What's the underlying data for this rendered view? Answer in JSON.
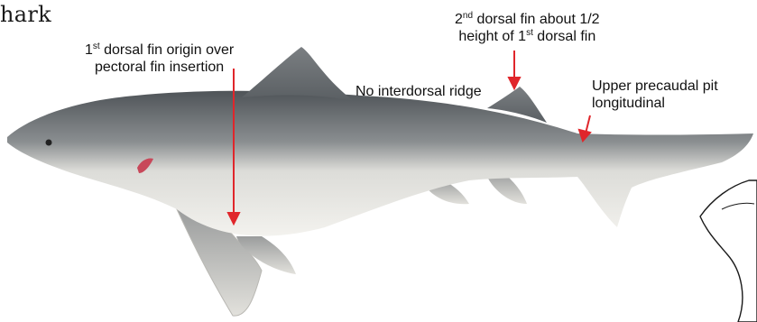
{
  "title": "hark",
  "annotations": {
    "first_dorsal": {
      "line1_num": "1",
      "line1_sup": "st",
      "line1_rest": " dorsal fin origin over",
      "line2": "pectoral fin insertion"
    },
    "second_dorsal": {
      "line1_num": "2",
      "line1_sup": "nd",
      "line1_rest": " dorsal fin about 1/2",
      "line2_pre": "height of 1",
      "line2_sup": "st",
      "line2_rest": " dorsal fin"
    },
    "interdorsal": "No interdorsal ridge",
    "precaudal": {
      "line1": "Upper precaudal pit",
      "line2": "longitudinal"
    }
  },
  "colors": {
    "arrow": "#e0262b",
    "shark_dorsal": "#5f6468",
    "shark_belly": "#f1f0ec",
    "fin": "#cfcfcb"
  }
}
